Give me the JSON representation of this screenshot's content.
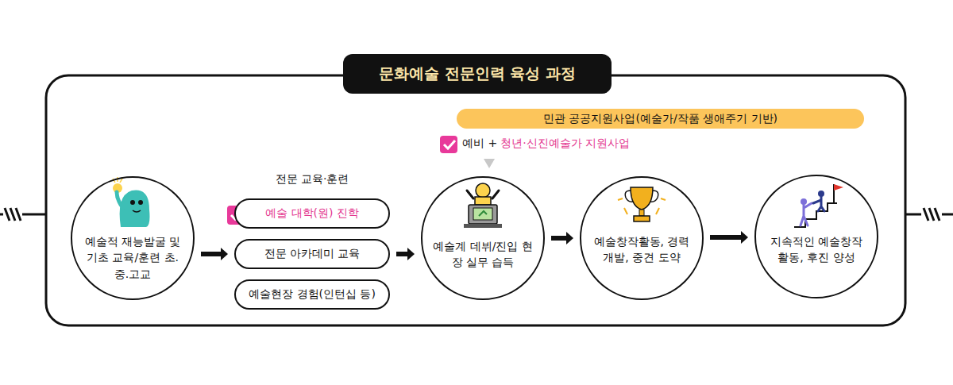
{
  "diagram": {
    "title": "문화예술 전문인력 육성 과정",
    "nodes": [
      {
        "text": [
          "민관 공공지원사업(예술가/작품 생애주기 기반)"
        ]
      },
      {
        "text": [
          "예술적 재능발굴 및 기초 교육/훈련 초.중.고교"
        ]
      },
      {
        "text": [
          "예술 대학(원) 진학"
        ]
      },
      {
        "text": [
          "전문 아카데미 교육"
        ]
      },
      {
        "text": [
          "예술현장 경험(인턴십 등)"
        ]
      },
      {
        "text": [
          "예술계 데뷔/진입 현장 실무 습득"
        ]
      },
      {
        "text": [
          "예술창작활동, 경력 개발, 중견 도약"
        ]
      },
      {
        "text": [
          "지속적인 예술창작활동, 후진 양성"
        ]
      }
    ],
    "edges": [
      {
        "from": 1,
        "to": 3,
        "arrow": "to"
      },
      {
        "from": 3,
        "to": 5,
        "arrow": "to"
      },
      {
        "from": 5,
        "to": 6,
        "arrow": "to"
      },
      {
        "from": 6,
        "to": 7,
        "arrow": "to"
      }
    ],
    "labels": [
      "전문 교육·훈련",
      "예비 +",
      "청년·신진예술가 지원사업"
    ]
  }
}
